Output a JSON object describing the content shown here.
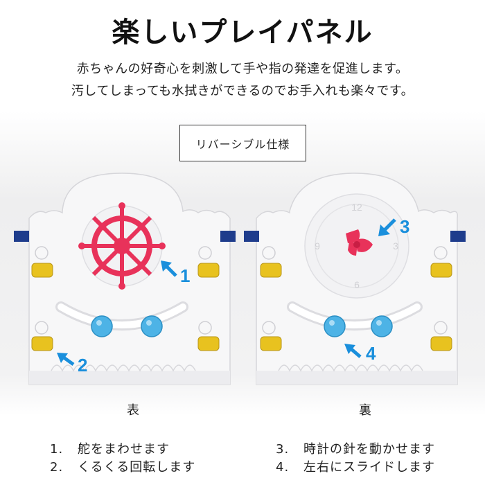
{
  "title": "楽しいプレイパネル",
  "description": [
    "赤ちゃんの好奇心を刺激して手や指の発達を促進します。",
    "汚してしまっても水拭きができるのでお手入れも楽々です。"
  ],
  "badge": "リバーシブル仕様",
  "panels": {
    "front": {
      "label": "表",
      "callouts": [
        "1",
        "2"
      ]
    },
    "back": {
      "label": "裏",
      "callouts": [
        "3",
        "4"
      ],
      "clock_numbers": [
        "12",
        "3",
        "6",
        "9"
      ]
    }
  },
  "steps_left": [
    {
      "num": "1.",
      "text": "舵をまわせます"
    },
    {
      "num": "2.",
      "text": "くるくる回転します"
    }
  ],
  "steps_right": [
    {
      "num": "3.",
      "text": "時計の針を動かせます"
    },
    {
      "num": "4.",
      "text": "左右にスライドします"
    }
  ],
  "colors": {
    "wheel": "#e8325a",
    "bead": "#4db3e6",
    "roller": "#e8c21f",
    "arrow": "#1a8fdc",
    "clip": "#1e3c8c",
    "panel": "#f7f7f8"
  },
  "icons": [
    "ship-wheel-icon",
    "clock-hands-icon",
    "arrow-icon"
  ]
}
